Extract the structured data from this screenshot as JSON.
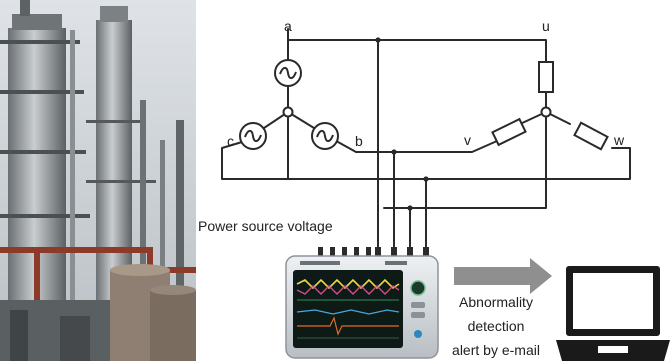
{
  "colors": {
    "wire": "#2a2a2a",
    "sky": "#c9ced3",
    "arrow": "#8f8f8f",
    "laptop": "#1a1a1a",
    "device_body": "#d9dde1",
    "screen": "#0e1a16"
  },
  "icons": [
    "ac-source-icon",
    "resistor-icon",
    "laptop-icon",
    "arrow-right-icon",
    "power-meter-device"
  ],
  "diagram": {
    "nodes": {
      "a": "a",
      "b": "b",
      "c": "c",
      "u": "u",
      "v": "v",
      "w": "w"
    },
    "caption_source": "Power source voltage",
    "caption_alert": [
      "Abnormality",
      "detection",
      "alert by e-mail"
    ]
  }
}
